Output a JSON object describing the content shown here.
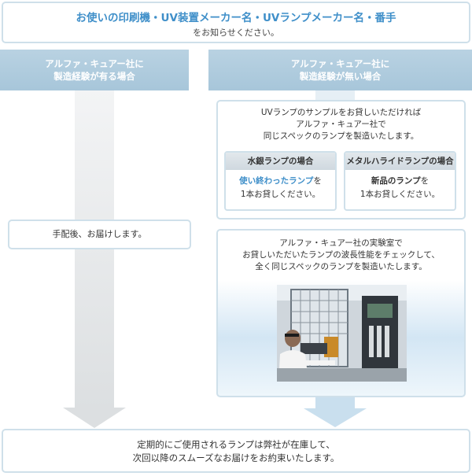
{
  "top": {
    "line1": "お使いの印刷機・UV装置メーカー名・UVランプメーカー名・番手",
    "line2": "をお知らせください。"
  },
  "left_column": {
    "header_line1": "アルファ・キュアー社に",
    "header_line2": "製造経験が有る場合",
    "box_text": "手配後、お届けします。"
  },
  "right_column": {
    "header_line1": "アルファ・キュアー社に",
    "header_line2": "製造経験が無い場合",
    "sample": {
      "line1": "UVランプのサンプルをお貸しいただければ",
      "line2": "アルファ・キュアー社で",
      "line3": "同じスペックのランプを製造いたします。"
    },
    "mercury": {
      "title": "水銀ランプの場合",
      "emph": "使い終わったランプ",
      "suffix": "を",
      "line2": "1本お貸しください。"
    },
    "metal_halide": {
      "title": "メタルハライドランプの場合",
      "emph": "新品のランプ",
      "suffix": "を",
      "line2": "1本お貸しください。"
    },
    "lab": {
      "line1": "アルファ・キュアー社の実験室で",
      "line2": "お貸しいただいたランプの波長性能をチェックして、",
      "line3": "全く同じスペックのランプを製造いたします。"
    }
  },
  "bottom": {
    "line1": "定期的にご使用されるランプは弊社が在庫して、",
    "line2": "次回以降のスムーズなお届けをお約束いたします。"
  },
  "colors": {
    "accent": "#3f8fc9",
    "header_bg": "#a7c6da",
    "border": "#cfe0ea",
    "arrow": "#e3e5e6"
  }
}
